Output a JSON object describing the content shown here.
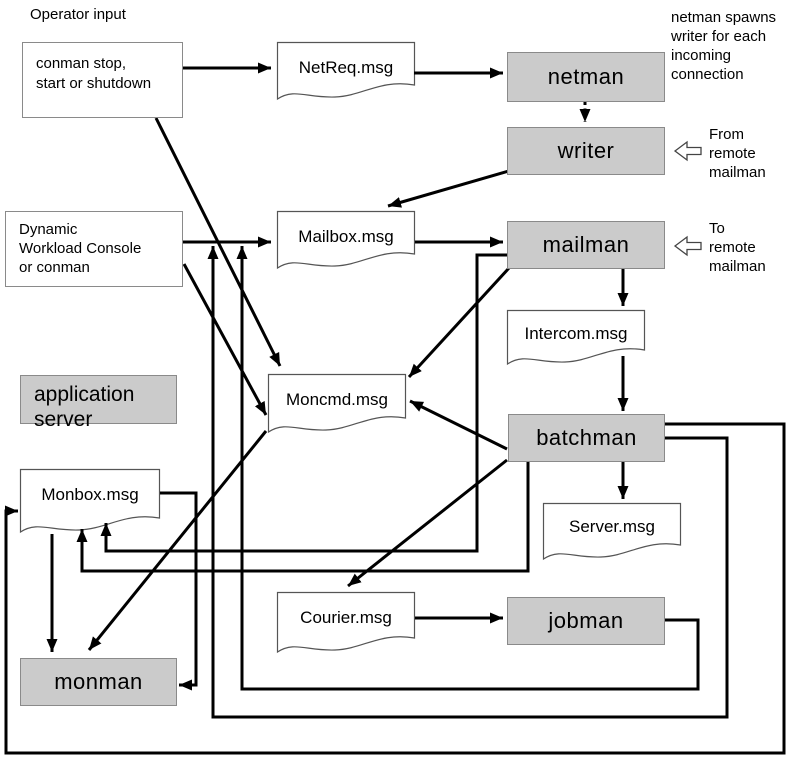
{
  "labels": {
    "operator_input": "Operator input",
    "netman_note": {
      "line1": "netman spawns",
      "line2": "writer for each",
      "line3": "incoming",
      "line4": "connection"
    },
    "from_remote": {
      "line1": "From",
      "line2": "remote",
      "line3": "mailman"
    },
    "to_remote": {
      "line1": "To",
      "line2": "remote",
      "line3": "mailman"
    }
  },
  "input_boxes": {
    "conman": {
      "line1": "conman stop,",
      "line2": "start or shutdown"
    },
    "dwc": {
      "line1": "Dynamic",
      "line2": "Workload Console",
      "line3": "or conman"
    },
    "app_server": {
      "line1": "application",
      "line2": "server"
    }
  },
  "processes": {
    "netman": "netman",
    "writer": "writer",
    "mailman": "mailman",
    "batchman": "batchman",
    "jobman": "jobman",
    "monman": "monman"
  },
  "queues": {
    "netreq": "NetReq.msg",
    "mailbox": "Mailbox.msg",
    "intercom": "Intercom.msg",
    "moncmd": "Moncmd.msg",
    "monbox": "Monbox.msg",
    "server": "Server.msg",
    "courier": "Courier.msg"
  },
  "colors": {
    "process_fill": "#cbcbcb",
    "box_border": "#8a8a8a",
    "document_border": "#555555",
    "connector": "#000000",
    "background": "#ffffff"
  }
}
